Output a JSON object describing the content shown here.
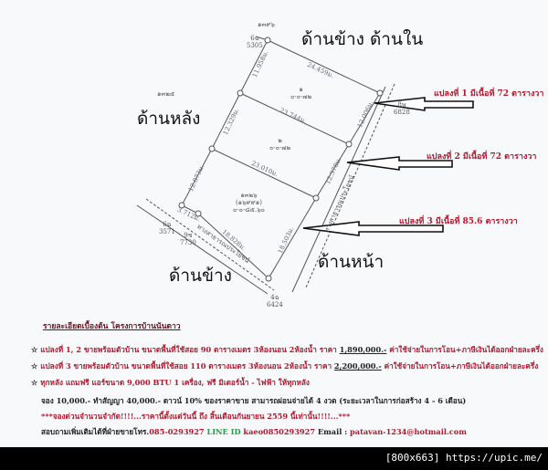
{
  "diagram": {
    "side_inner": "ด้านข้าง ด้านใน",
    "back": "ด้านหลัง",
    "front": "ด้านหน้า",
    "side": "ด้านข้าง",
    "parcel_top": "๑๓๙๖",
    "parcel_left": "๑๓๒๕",
    "nb_top_left": "6ฉ",
    "nb_top_left_no": "5305",
    "nb_right": "8ษ",
    "nb_right_no": "6828",
    "nb_left": "6ฉ",
    "nb_left_no": "3571",
    "nb_left2": "9ช",
    "nb_left2_no": "7730",
    "nb_bottom": "4ฉ",
    "nb_bottom_no": "6424",
    "dims": [
      "24.459ม.",
      "11.958ม.",
      "12.006ม.",
      "23.744ม.",
      "12.329ม.",
      "12.378ม.",
      "23.010ม.",
      "12.873ม.",
      "3.712ม.",
      "18.828ม.",
      "18.503ม."
    ],
    "plot1_no": "๑",
    "plot1_area": "๐-๐-๗๒",
    "plot2_no": "๒",
    "plot2_area": "๐-๐-๗๒",
    "plot3_no": "๑๓๒๖",
    "plot3_sub": "(๑๖๙๙๑)",
    "plot3_area": "๐-๐-๘๕.๖๐",
    "road": "ทางสาธารณประโยชน์",
    "callouts": [
      "แปลงที่ 1 มีเนื้อที่ 72 ตารางวา",
      "แปลงที่ 2 มีเนื้อที่ 72 ตารางวา",
      "แปลงที่ 3 มีเนื้อที่ 85.6 ตารางวา"
    ]
  },
  "details": {
    "title": "รายละเอียดเบื้องต้น โครงการบ้านนันดาว",
    "star_icon": "star-outline",
    "item1_a": "แปลงที่ 1, 2 ขายพร้อมตัวบ้าน ขนาดพื้นที่ใช้สอย 90 ตารางเมตร 3ห้องนอน 2ห้องน้ำ ราคา ",
    "item1_price": "1,890,000.-",
    "item1_b": " ค่าใช้จ่ายในการโอน+ภาษีเงินได้ออกฝ่ายละครึ่ง",
    "item2_a": "แปลงที่ 3 ขายพร้อมตัวบ้าน ขนาดพื้นที่ใช้สอย 110 ตารางเมตร 3ห้องนอน 2ห้องน้ำ ราคา ",
    "item2_price": "2,200,000.-",
    "item2_b": " ค่าใช้จ่ายในการโอน+ภาษีเงินได้ออกฝ่ายละครึ่ง",
    "item3": "ทุกหลัง แถมฟรี แอร์ขนาด 9,000 BTU 1 เครื่อง, ฟรี มิเตอร์น้ำ - ไฟฟ้า ให้ทุกหลัง",
    "payment": "จอง 10,000.-  ทำสัญญา 40,000.-  ดาวน์ 10% ของราคาขาย สามารถผ่อนจ่ายได้ 4 งวด (ระยะเวลาในการก่อสร้าง 4 - 6 เดือน)",
    "promo": "***จองด่วนจำนวนจำกัด!!!!...ราคานี้ตั้งแต่วันนี้ ถึง สิ้นเดือนกันยายน 2559 นี้เท่านั้น!!!!...***",
    "contact_label": "สอบถามเพิ่มเติมได้ที่ฝ่ายขายโทร.",
    "phone": "085-0293927",
    "line_label": " LINE ID ",
    "line_id": "kaeo0850293927",
    "email_label": " Email : ",
    "email": "patavan-1234@hotmail.com"
  },
  "watermark": "[800x663] https://upic.me/",
  "colors": {
    "accent_red": "#b3182e",
    "line_green": "#2a9a4a"
  }
}
